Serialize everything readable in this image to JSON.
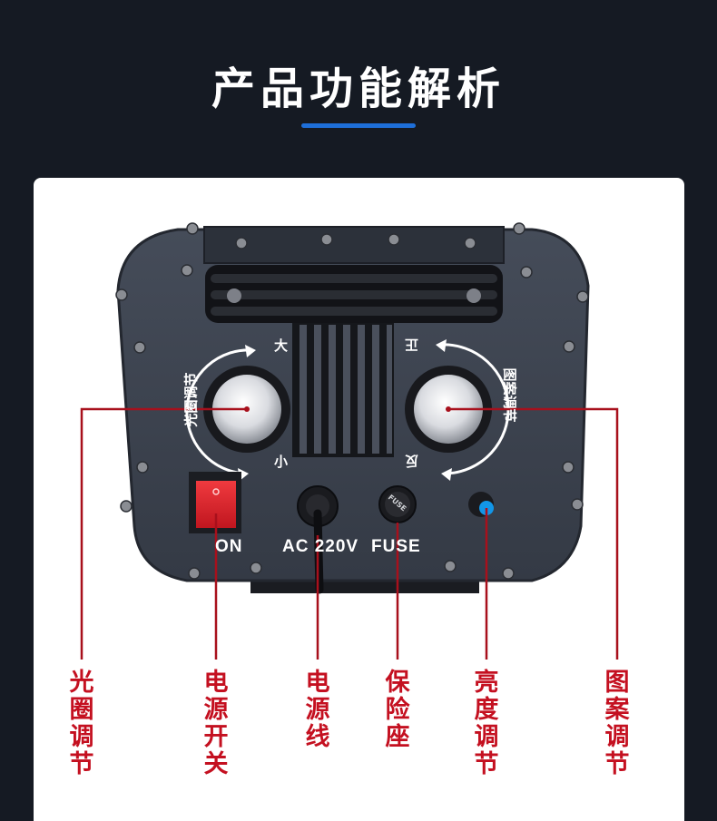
{
  "header": {
    "title": "产品功能解析"
  },
  "panel": {
    "label_on": "ON",
    "label_ac": "AC 220V",
    "label_fuse": "FUSE",
    "fuse_cap_text": "FUSE",
    "aperture_ring_label": "光圈调节",
    "aperture_big": "大",
    "aperture_small": "小",
    "pattern_ring_label": "图案调节",
    "pattern_forward": "正",
    "pattern_reverse": "反"
  },
  "callouts": [
    {
      "label": "光圈调节"
    },
    {
      "label": "电源开关"
    },
    {
      "label": "电源线"
    },
    {
      "label": "保险座"
    },
    {
      "label": "亮度调节"
    },
    {
      "label": "图案调节"
    }
  ],
  "colors": {
    "background": "#151a23",
    "accent_underline": "#1e6fd9",
    "callout_red": "#c41020",
    "panel_metal": "#3c4350",
    "switch_red": "#e0262e",
    "knob_blue": "#1296e8"
  }
}
